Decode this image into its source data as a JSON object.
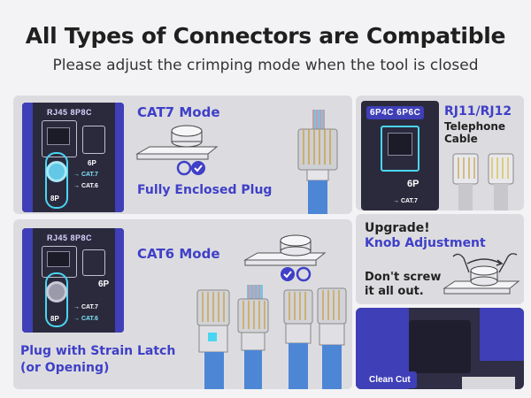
{
  "header": {
    "title": "All Types of Connectors are Compatible",
    "subtitle": "Please adjust the crimping mode when the tool is closed"
  },
  "cat7_panel": {
    "die_label": "RJ45 8P8C",
    "label_6p": "6P",
    "label_8p": "8P",
    "cat7_marker": "CAT.7",
    "cat6_marker": "CAT.6",
    "mode": "CAT7 Mode",
    "caption": "Fully Enclosed Plug"
  },
  "cat6_panel": {
    "die_label": "RJ45 8P8C",
    "label_6p": "6P",
    "label_8p": "8P",
    "cat7_marker": "CAT.7",
    "cat6_marker": "CAT.6",
    "mode": "CAT6 Mode",
    "caption_line1": "Plug with Strain Latch",
    "caption_line2": "(or Opening)"
  },
  "telephone_panel": {
    "die_label": "6P4C 6P6C",
    "label_6p": "6P",
    "cat7_marker": "CAT.7",
    "title": "RJ11/RJ12",
    "desc_line1": "Telephone",
    "desc_line2": "Cable"
  },
  "upgrade_panel": {
    "line1": "Upgrade!",
    "line2": "Knob Adjustment",
    "note_line1": "Don't screw",
    "note_line2": "it all out."
  },
  "cut_panel": {
    "badge": "Clean Cut"
  },
  "colors": {
    "accent": "#3f3fc8",
    "panel": "#dcdce0",
    "tool": "#2b2a3d",
    "cyan": "#4ad6f0"
  },
  "icons": [
    "knob-icon",
    "mode-toggle-icon",
    "connector-plug-icon",
    "rotate-arrow-icon",
    "hand-icon"
  ]
}
